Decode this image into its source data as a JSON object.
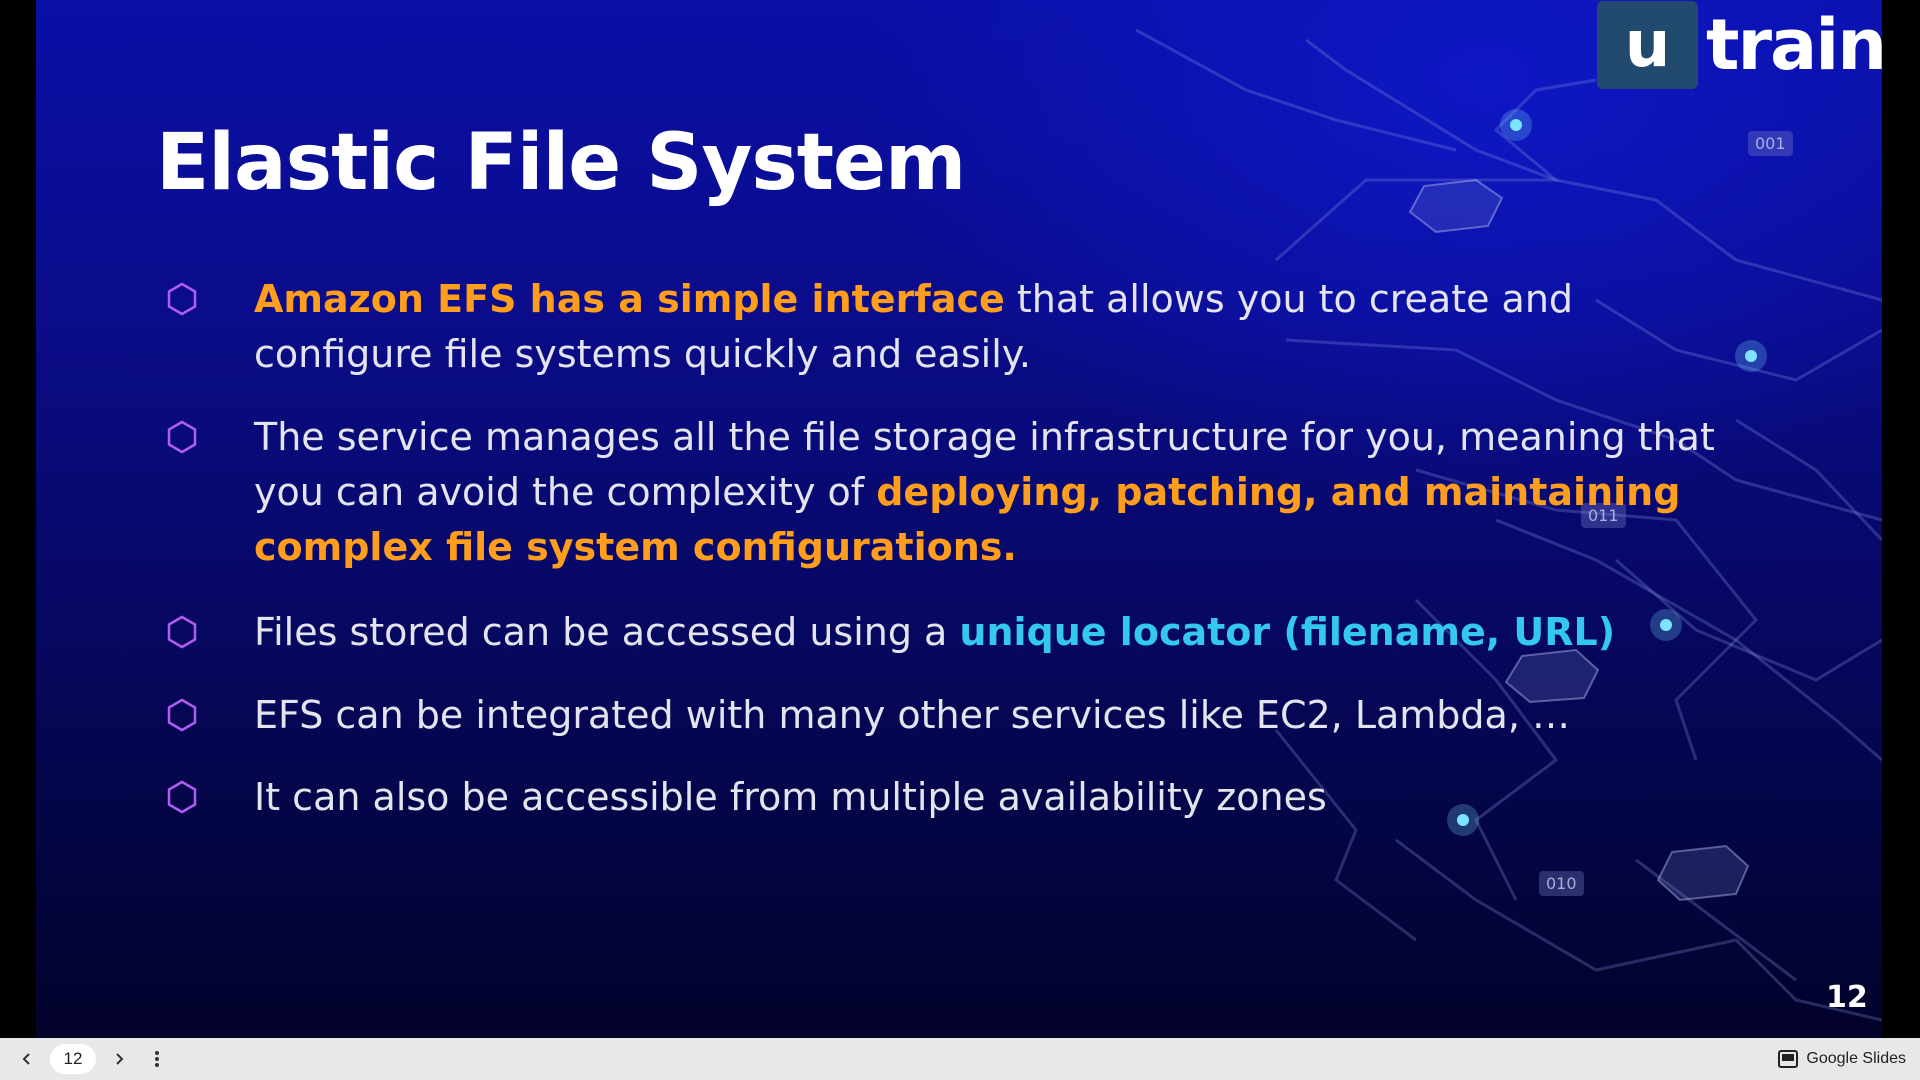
{
  "slide": {
    "title": "Elastic File System",
    "page_number": "12",
    "logo": {
      "box_letter": "u",
      "word": "train"
    },
    "binary_tags": [
      "001",
      "011",
      "010"
    ],
    "colors": {
      "highlight_orange": "#ff9d1c",
      "highlight_cyan": "#34c8f0",
      "bullet_icon": "#b15cf0",
      "text": "#e4e4ee"
    },
    "bullets": [
      {
        "icon": "hexagon-icon",
        "parts": [
          {
            "text": "Amazon EFS has a simple interface"
          },
          {
            "text": " that allows you to create and configure file systems quickly and easily."
          }
        ]
      },
      {
        "icon": "hexagon-icon",
        "parts": [
          {
            "text": "The service manages all the file storage infrastructure for you, meaning that you can avoid the complexity of "
          },
          {
            "text": "deploying, patching, and maintaining complex file system configurations."
          }
        ]
      },
      {
        "icon": "hexagon-icon",
        "parts": [
          {
            "text": "Files stored can be accessed using a "
          },
          {
            "text": "unique locator (filename, URL)"
          }
        ]
      },
      {
        "icon": "hexagon-icon",
        "parts": [
          {
            "text": "EFS can be integrated with many other services like EC2, Lambda, …"
          }
        ]
      },
      {
        "icon": "hexagon-icon",
        "parts": [
          {
            "text": "It can also be accessible from multiple availability zones"
          }
        ]
      }
    ]
  },
  "toolbar": {
    "prev_icon": "chevron-left-icon",
    "next_icon": "chevron-right-icon",
    "menu_icon": "more-vertical-icon",
    "page_value": "12",
    "brand_icon": "slides-icon",
    "brand_label": "Google Slides"
  }
}
